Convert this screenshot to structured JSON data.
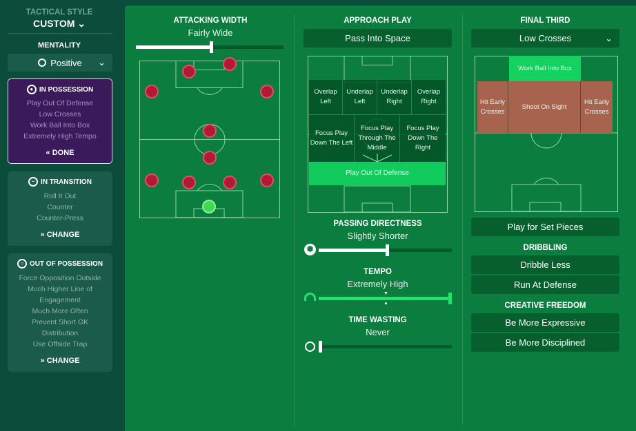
{
  "sidebar": {
    "style_label": "TACTICAL STYLE",
    "style_value": "CUSTOM",
    "mentality_label": "MENTALITY",
    "mentality_value": "Positive",
    "in_possession": {
      "title": "IN POSSESSION",
      "items": [
        "Play Out Of Defense",
        "Low Crosses",
        "Work Ball Into Box",
        "Extremely High Tempo"
      ],
      "action": "DONE"
    },
    "in_transition": {
      "title": "IN TRANSITION",
      "items": [
        "Roll It Out",
        "Counter",
        "Counter-Press"
      ],
      "action": "CHANGE"
    },
    "out_of_possession": {
      "title": "OUT OF POSSESSION",
      "items": [
        "Force Opposition Outside",
        "Much Higher Line of",
        "Engagement",
        "Much More Often",
        "Prevent Short GK",
        "Distribution",
        "Use Offside Trap"
      ],
      "action": "CHANGE"
    }
  },
  "attacking_width": {
    "title": "ATTACKING WIDTH",
    "value": "Fairly Wide",
    "level": 0.5
  },
  "approach_play": {
    "title": "APPROACH PLAY",
    "selected": "Pass Into Space",
    "zones_top": [
      "Overlap Left",
      "Underlap Left",
      "Underlap Right",
      "Overlap Right"
    ],
    "zones_mid": [
      "Focus Play Down The Left",
      "Focus Play Through The Middle",
      "Focus Play Down The Right"
    ],
    "zone_bottom": "Play Out Of Defense"
  },
  "passing_directness": {
    "title": "PASSING DIRECTNESS",
    "value": "Slightly Shorter",
    "level": 0.5
  },
  "tempo": {
    "title": "TEMPO",
    "value": "Extremely High",
    "level": 1.0
  },
  "time_wasting": {
    "title": "TIME WASTING",
    "value": "Never",
    "level": 0.0
  },
  "final_third": {
    "title": "FINAL THIRD",
    "selected": "Low Crosses",
    "zone_box": "Work Ball Into Box",
    "zone_left": "Hit Early Crosses",
    "zone_center": "Shoot On Sight",
    "zone_right": "Hit Early Crosses",
    "set_pieces": "Play for Set Pieces"
  },
  "dribbling": {
    "title": "DRIBBLING",
    "options": [
      "Dribble Less",
      "Run At Defense"
    ]
  },
  "creative_freedom": {
    "title": "CREATIVE FREEDOM",
    "options": [
      "Be More Expressive",
      "Be More Disciplined"
    ]
  },
  "colors": {
    "accent": "#1ee66a",
    "possession_card": "#3b1a5c",
    "player": "#b01a35",
    "goalkeeper": "#3ddc50"
  }
}
